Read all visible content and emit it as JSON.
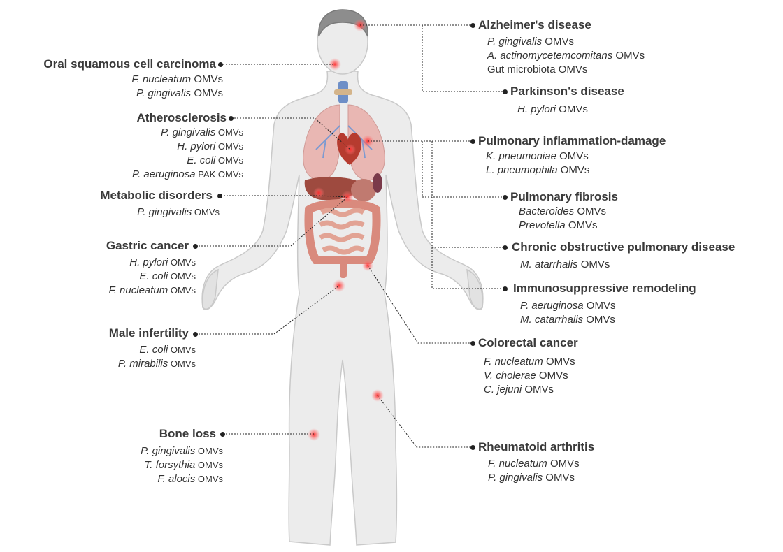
{
  "accent_color": "#ef2b2b",
  "dot_color": "#222222",
  "diseases": {
    "alzheimers": {
      "title": "Alzheimer's disease",
      "agents": [
        {
          "species": "P. gingivalis",
          "suffix": " OMVs"
        },
        {
          "species": "A. actinomycetemcomitans",
          "suffix": " OMVs"
        },
        {
          "species": "",
          "suffix": "Gut microbiota OMVs"
        }
      ]
    },
    "parkinsons": {
      "title": "Parkinson's disease",
      "agents": [
        {
          "species": "H. pylori",
          "suffix": " OMVs"
        }
      ]
    },
    "pulmonary_inflammation": {
      "title": "Pulmonary inflammation-damage",
      "agents": [
        {
          "species": "K. pneumoniae",
          "suffix": " OMVs"
        },
        {
          "species": "L. pneumophila",
          "suffix": " OMVs"
        }
      ]
    },
    "pulmonary_fibrosis": {
      "title": "Pulmonary fibrosis",
      "agents": [
        {
          "species": "Bacteroides",
          "suffix": " OMVs"
        },
        {
          "species": "Prevotella",
          "suffix": " OMVs"
        }
      ]
    },
    "copd": {
      "title": "Chronic obstructive pulmonary disease",
      "agents": [
        {
          "species": "M. atarrhalis",
          "suffix": " OMVs"
        }
      ]
    },
    "immunosuppressive": {
      "title": "Immunosuppressive remodeling",
      "agents": [
        {
          "species": "P. aeruginosa",
          "suffix": " OMVs"
        },
        {
          "species": "M. catarrhalis",
          "suffix": " OMVs"
        }
      ]
    },
    "colorectal": {
      "title": "Colorectal cancer",
      "agents": [
        {
          "species": "F. nucleatum",
          "suffix": " OMVs"
        },
        {
          "species": "V. cholerae",
          "suffix": " OMVs"
        },
        {
          "species": "C. jejuni",
          "suffix": " OMVs"
        }
      ]
    },
    "rheumatoid": {
      "title": "Rheumatoid arthritis",
      "agents": [
        {
          "species": "F. nucleatum",
          "suffix": " OMVs"
        },
        {
          "species": "P. gingivalis",
          "suffix": " OMVs"
        }
      ]
    },
    "oral_scc": {
      "title": "Oral squamous cell carcinoma",
      "agents": [
        {
          "species": "F. nucleatum",
          "suffix": " OMVs"
        },
        {
          "species": "P. gingivalis",
          "suffix": " OMVs"
        }
      ]
    },
    "atherosclerosis": {
      "title": "Atherosclerosis",
      "agents": [
        {
          "species": "P. gingivalis",
          "suffix": " OMVs"
        },
        {
          "species": "H. pylori",
          "suffix": " OMVs"
        },
        {
          "species": "E. coli",
          "suffix": "  OMVs"
        },
        {
          "species": "P. aeruginosa",
          "suffix": " PAK OMVs"
        }
      ]
    },
    "metabolic": {
      "title": "Metabolic disorders",
      "agents": [
        {
          "species": "P. gingivalis",
          "suffix": "  OMVs"
        }
      ]
    },
    "gastric": {
      "title": "Gastric cancer",
      "agents": [
        {
          "species": "H. pylori",
          "suffix": " OMVs"
        },
        {
          "species": "E. coli",
          "suffix": "  OMVs"
        },
        {
          "species": "F. nucleatum",
          "suffix": " OMVs"
        }
      ]
    },
    "male_infertility": {
      "title": "Male infertility",
      "agents": [
        {
          "species": "E.  coli",
          "suffix": "  OMVs"
        },
        {
          "species": "P. mirabilis",
          "suffix": " OMVs"
        }
      ]
    },
    "bone_loss": {
      "title": "Bone loss",
      "agents": [
        {
          "species": "P. gingivalis",
          "suffix": " OMVs"
        },
        {
          "species": "T. forsythia",
          "suffix": " OMVs"
        },
        {
          "species": "F. alocis",
          "suffix": " OMVs"
        }
      ]
    }
  }
}
